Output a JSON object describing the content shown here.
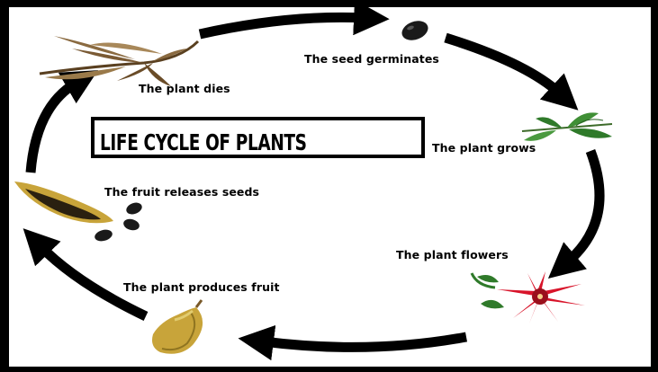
{
  "title": "LIFE CYCLE OF PLANTS",
  "stages": [
    {
      "label": "The seed germinates",
      "icon": "seed-icon"
    },
    {
      "label": "The plant grows",
      "icon": "seedling-icon"
    },
    {
      "label": "The plant flowers",
      "icon": "flower-icon"
    },
    {
      "label": "The plant produces fruit",
      "icon": "fruit-icon"
    },
    {
      "label": "The fruit releases seeds",
      "icon": "open-fruit-icon"
    },
    {
      "label": "The plant dies",
      "icon": "dead-plant-icon"
    }
  ],
  "colors": {
    "arrow": "#000000",
    "flower": "#d8142a",
    "leaf": "#2f7a2a",
    "fruit": "#c8a43a",
    "dead_plant": "#8a6a40",
    "seed": "#1a1a1a"
  }
}
